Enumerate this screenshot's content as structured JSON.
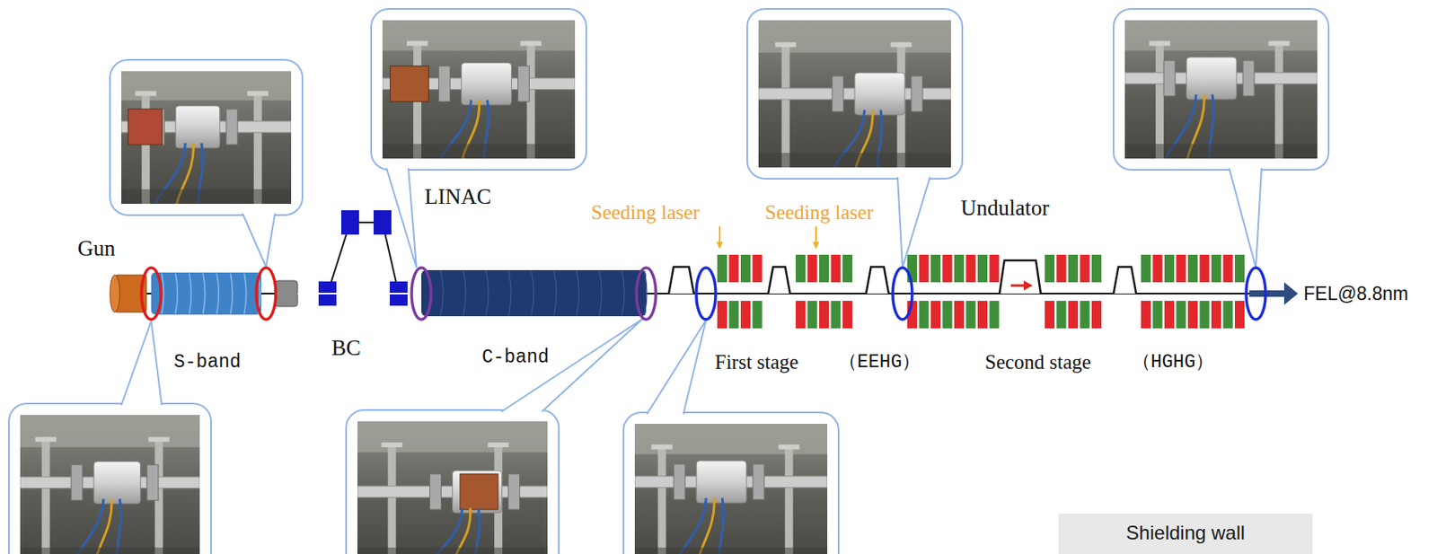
{
  "diagram": {
    "nodes": [
      {
        "text": [
          "Shielding wall"
        ]
      }
    ],
    "labels": [
      "Gun",
      "S-band",
      "BC",
      "LINAC",
      "C-band",
      "Seeding laser",
      "Seeding laser",
      "Undulator",
      "First stage",
      "（EEHG）",
      "Second stage",
      "（HGHG）",
      "FEL@8.8nm"
    ]
  }
}
